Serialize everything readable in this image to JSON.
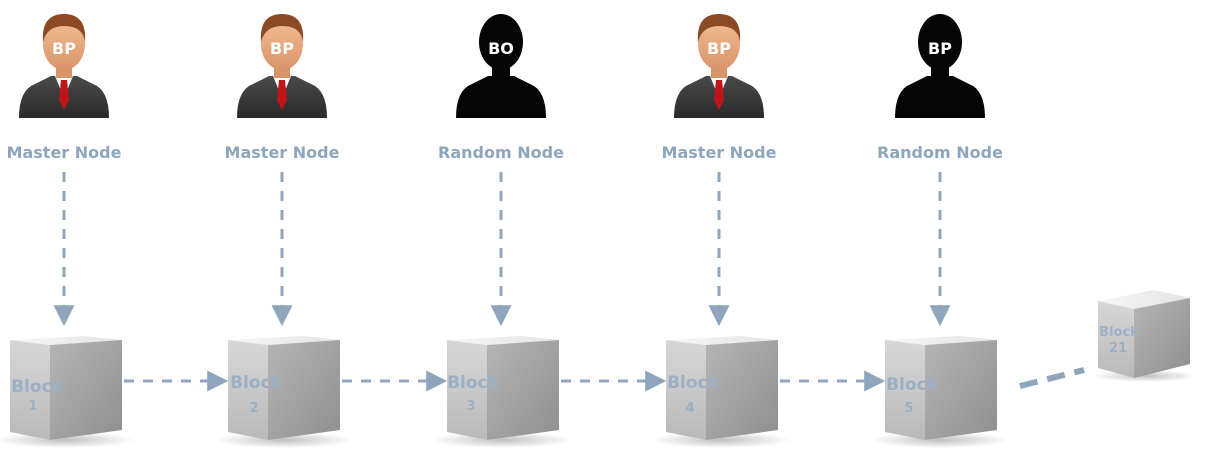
{
  "colors": {
    "label": "#8ea5bb",
    "arrow": "#8ea5bb",
    "tie": "#c0141b",
    "skin": "#e9a97f",
    "hair": "#8a4a24",
    "suit": "#3a3a3a",
    "anonymous": "#050505",
    "block_text": "#9bb0c4"
  },
  "nodes": [
    {
      "label": "Master Node",
      "badge": "BP",
      "avatar": "businessman"
    },
    {
      "label": "Master Node",
      "badge": "BP",
      "avatar": "businessman"
    },
    {
      "label": "Random Node",
      "badge": "BO",
      "avatar": "silhouette"
    },
    {
      "label": "Master Node",
      "badge": "BP",
      "avatar": "businessman"
    },
    {
      "label": "Random Node",
      "badge": "BP",
      "avatar": "silhouette"
    }
  ],
  "blocks": [
    {
      "word": "Block",
      "number": "1"
    },
    {
      "word": "Block",
      "number": "2"
    },
    {
      "word": "Block",
      "number": "3"
    },
    {
      "word": "Block",
      "number": "4"
    },
    {
      "word": "Block",
      "number": "5"
    }
  ],
  "last_block": {
    "word": "Block",
    "number": "21"
  }
}
